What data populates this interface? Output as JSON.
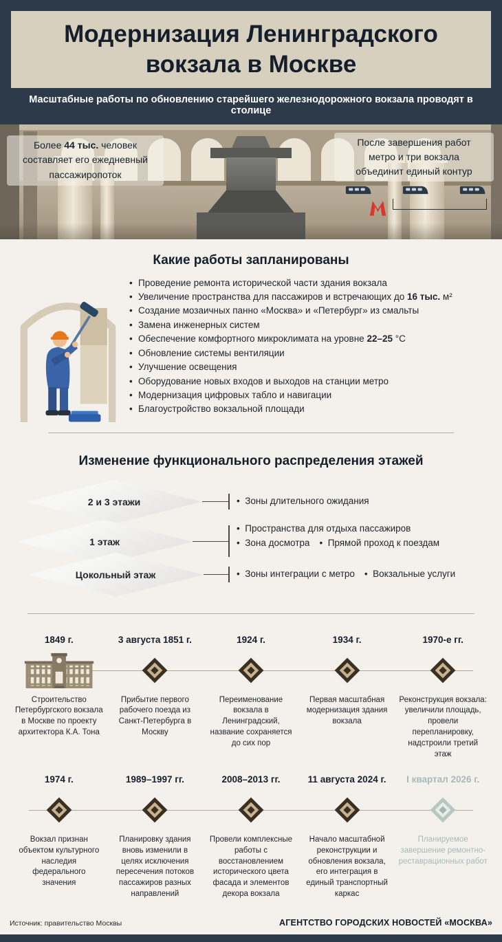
{
  "page": {
    "title_line1": "Модернизация Ленинградского",
    "title_line2": "вокзала в Москве",
    "subtitle": "Масштабные работы по обновлению старейшего железнодорожного вокзала проводят в столице"
  },
  "hero": {
    "left_lines": [
      [
        {
          "t": "Более "
        },
        {
          "t": "44 тыс.",
          "b": true
        },
        {
          "t": " человек"
        }
      ],
      [
        {
          "t": "составляет его ежедневный"
        }
      ],
      [
        {
          "t": "пассажиропоток"
        }
      ]
    ],
    "right_lines": [
      "После завершения работ",
      "метро и три вокзала",
      "объединит единый контур"
    ],
    "metro_letter": "М"
  },
  "works": {
    "heading": "Какие работы запланированы",
    "items": [
      [
        {
          "t": "Проведение ремонта исторической части здания вокзала"
        }
      ],
      [
        {
          "t": "Увеличение пространства для пассажиров и встречающих до "
        },
        {
          "t": "16 тыс.",
          "b": true
        },
        {
          "t": " м²"
        }
      ],
      [
        {
          "t": "Создание мозаичных панно «Москва» и «Петербург» из смальты"
        }
      ],
      [
        {
          "t": "Замена инженерных систем"
        }
      ],
      [
        {
          "t": "Обеспечение комфортного микроклимата на уровне "
        },
        {
          "t": "22–25",
          "b": true
        },
        {
          "t": " °C"
        }
      ],
      [
        {
          "t": "Обновление системы вентиляции"
        }
      ],
      [
        {
          "t": "Улучшение освещения"
        }
      ],
      [
        {
          "t": "Оборудование новых входов и выходов на станции метро"
        }
      ],
      [
        {
          "t": "Модернизация цифровых табло и навигации"
        }
      ],
      [
        {
          "t": "Благоустройство вокзальной площади"
        }
      ]
    ]
  },
  "floors": {
    "heading": "Изменение функционального распределения этажей",
    "layers": [
      {
        "label": "2 и 3 этажи",
        "notes": [
          [
            "Зоны длительного ожидания"
          ]
        ]
      },
      {
        "label": "1 этаж",
        "notes": [
          [
            "Пространства для отдыха пассажиров"
          ],
          [
            "Зона досмотра",
            "Прямой проход к поездам"
          ]
        ]
      },
      {
        "label": "Цокольный этаж",
        "notes": [
          [
            "Зоны интеграции с метро",
            "Вокзальные услуги"
          ]
        ]
      }
    ]
  },
  "timeline": {
    "row1": [
      {
        "year": "1849 г.",
        "icon": "station-building",
        "text": "Строительство Петербургского вокзала в Москве по проекту архитектора К.А. Тона"
      },
      {
        "year": "3 августа 1851 г.",
        "icon": "diamond",
        "text": "Прибытие первого рабочего поезда из Санкт-Петербурга в Москву"
      },
      {
        "year": "1924 г.",
        "icon": "diamond",
        "text": "Переименование вокзала в Ленинградский, название сохраняется до сих пор"
      },
      {
        "year": "1934 г.",
        "icon": "diamond",
        "text": "Первая масштабная модернизация здания вокзала"
      },
      {
        "year": "1970-е гг.",
        "icon": "diamond",
        "text": "Реконструкция вокзала: увеличили площадь, провели перепланировку, надстроили третий этаж"
      }
    ],
    "row2": [
      {
        "year": "1974 г.",
        "icon": "diamond",
        "text": "Вокзал признан объектом культурного наследия федерального значения"
      },
      {
        "year": "1989–1997 гг.",
        "icon": "diamond",
        "text": "Планировку здания вновь изменили в целях исключения пересечения потоков пассажиров разных направлений"
      },
      {
        "year": "2008–2013 гг.",
        "icon": "diamond",
        "text": "Провели комплексные работы с восстановлением исторического цвета фасада и элементов декора вокзала"
      },
      {
        "year": "11 августа 2024 г.",
        "icon": "diamond",
        "text": "Начало масштабной реконструкции и обновления вокзала, его интеграция в единый транспортный каркас"
      },
      {
        "year": "I квартал 2026 г.",
        "icon": "diamond",
        "future": true,
        "text": "Планируемое завершение ремонтно-реставрационных работ"
      }
    ]
  },
  "footer": {
    "source": "Источник: правительство Москвы",
    "agency": "АГЕНТСТВО ГОРОДСКИХ НОВОСТЕЙ «МОСКВА»"
  },
  "palette": {
    "navy": "#2c3a49",
    "beige": "#d8d0bf",
    "metro_red": "#d7382d",
    "diamond_dark": "#3a2f21",
    "diamond_light": "#c8b391",
    "future_teal": "#a3bcb8"
  }
}
